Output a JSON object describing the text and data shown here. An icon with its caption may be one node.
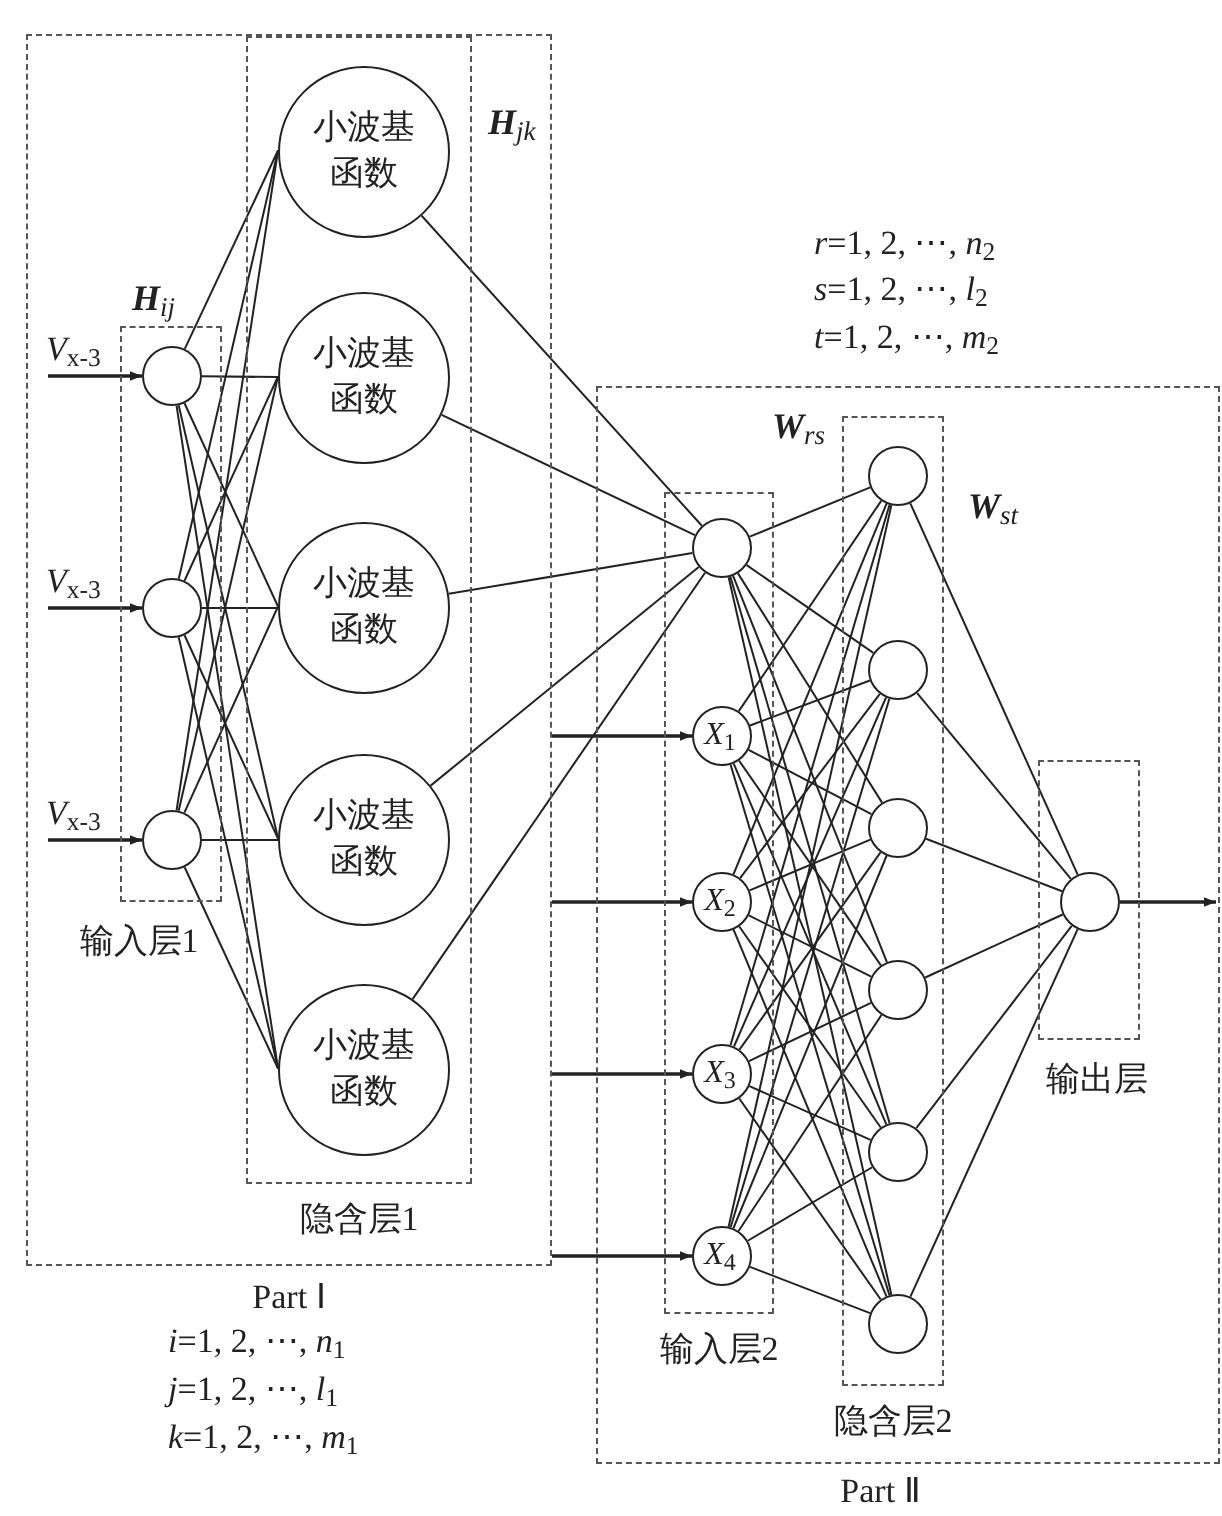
{
  "diagram": {
    "nodes": [
      {
        "text": [
          "Part Ⅰ"
        ]
      },
      {
        "text": [
          "输入层1"
        ],
        "in": 0
      },
      {
        "text": [],
        "shape": "circle",
        "in": 1
      },
      {
        "text": [],
        "shape": "circle",
        "in": 1
      },
      {
        "text": [],
        "shape": "circle",
        "in": 1
      },
      {
        "text": [
          "隐含层1"
        ],
        "in": 0
      },
      {
        "text": [
          "小波基函数"
        ],
        "in": 5
      },
      {
        "text": [
          "小波基函数"
        ],
        "in": 5
      },
      {
        "text": [
          "小波基函数"
        ],
        "in": 5
      },
      {
        "text": [
          "小波基函数"
        ],
        "in": 5
      },
      {
        "text": [
          "小波基函数"
        ],
        "in": 5
      },
      {
        "text": [
          "Part Ⅱ"
        ]
      },
      {
        "text": [
          "输入层2"
        ],
        "in": 11
      },
      {
        "text": [],
        "shape": "circle",
        "in": 12
      },
      {
        "text": [
          "*X*$_{1}$"
        ],
        "in": 12
      },
      {
        "text": [
          "*X*$_{2}$"
        ],
        "in": 12
      },
      {
        "text": [
          "*X*$_{3}$"
        ],
        "in": 12
      },
      {
        "text": [
          "*X*$_{4}$"
        ],
        "in": 12
      },
      {
        "text": [
          "隐含层2"
        ],
        "in": 11
      },
      {
        "text": [],
        "shape": "circle",
        "in": 18
      },
      {
        "text": [],
        "shape": "circle",
        "in": 18
      },
      {
        "text": [],
        "shape": "circle",
        "in": 18
      },
      {
        "text": [],
        "shape": "circle",
        "in": 18
      },
      {
        "text": [],
        "shape": "circle",
        "in": 18
      },
      {
        "text": [],
        "shape": "circle",
        "in": 18
      },
      {
        "text": [
          "输出层"
        ],
        "in": 11
      },
      {
        "text": [],
        "shape": "circle",
        "in": 25
      }
    ],
    "edges": [
      {
        "from": null,
        "to": 2,
        "arrow": "to",
        "label": "*V*$_{x-3}$"
      },
      {
        "from": null,
        "to": 3,
        "arrow": "to",
        "label": "*V*$_{x-3}$"
      },
      {
        "from": null,
        "to": 4,
        "arrow": "to",
        "label": "*V*$_{x-3}$"
      },
      {
        "from": 2,
        "to": 6,
        "arrow": "none"
      },
      {
        "from": 2,
        "to": 7,
        "arrow": "none"
      },
      {
        "from": 2,
        "to": 8,
        "arrow": "none"
      },
      {
        "from": 2,
        "to": 9,
        "arrow": "none"
      },
      {
        "from": 2,
        "to": 10,
        "arrow": "none"
      },
      {
        "from": 3,
        "to": 6,
        "arrow": "none"
      },
      {
        "from": 3,
        "to": 7,
        "arrow": "none"
      },
      {
        "from": 3,
        "to": 8,
        "arrow": "none"
      },
      {
        "from": 3,
        "to": 9,
        "arrow": "none"
      },
      {
        "from": 3,
        "to": 10,
        "arrow": "none"
      },
      {
        "from": 4,
        "to": 6,
        "arrow": "none"
      },
      {
        "from": 4,
        "to": 7,
        "arrow": "none"
      },
      {
        "from": 4,
        "to": 8,
        "arrow": "none"
      },
      {
        "from": 4,
        "to": 9,
        "arrow": "none"
      },
      {
        "from": 4,
        "to": 10,
        "arrow": "none"
      },
      {
        "from": 6,
        "to": 13,
        "arrow": "none"
      },
      {
        "from": 7,
        "to": 13,
        "arrow": "none"
      },
      {
        "from": 8,
        "to": 13,
        "arrow": "none"
      },
      {
        "from": 9,
        "to": 13,
        "arrow": "none"
      },
      {
        "from": 10,
        "to": 13,
        "arrow": "none"
      },
      {
        "from": 0,
        "to": 14,
        "arrow": "to"
      },
      {
        "from": 0,
        "to": 15,
        "arrow": "to"
      },
      {
        "from": 0,
        "to": 16,
        "arrow": "to"
      },
      {
        "from": 0,
        "to": 17,
        "arrow": "to"
      },
      {
        "from": 13,
        "to": 19,
        "arrow": "none"
      },
      {
        "from": 13,
        "to": 20,
        "arrow": "none"
      },
      {
        "from": 13,
        "to": 21,
        "arrow": "none"
      },
      {
        "from": 13,
        "to": 22,
        "arrow": "none"
      },
      {
        "from": 13,
        "to": 23,
        "arrow": "none"
      },
      {
        "from": 13,
        "to": 24,
        "arrow": "none"
      },
      {
        "from": 14,
        "to": 19,
        "arrow": "none"
      },
      {
        "from": 14,
        "to": 20,
        "arrow": "none"
      },
      {
        "from": 14,
        "to": 21,
        "arrow": "none"
      },
      {
        "from": 14,
        "to": 22,
        "arrow": "none"
      },
      {
        "from": 14,
        "to": 23,
        "arrow": "none"
      },
      {
        "from": 14,
        "to": 24,
        "arrow": "none"
      },
      {
        "from": 15,
        "to": 19,
        "arrow": "none"
      },
      {
        "from": 15,
        "to": 20,
        "arrow": "none"
      },
      {
        "from": 15,
        "to": 21,
        "arrow": "none"
      },
      {
        "from": 15,
        "to": 22,
        "arrow": "none"
      },
      {
        "from": 15,
        "to": 23,
        "arrow": "none"
      },
      {
        "from": 15,
        "to": 24,
        "arrow": "none"
      },
      {
        "from": 16,
        "to": 19,
        "arrow": "none"
      },
      {
        "from": 16,
        "to": 20,
        "arrow": "none"
      },
      {
        "from": 16,
        "to": 21,
        "arrow": "none"
      },
      {
        "from": 16,
        "to": 22,
        "arrow": "none"
      },
      {
        "from": 16,
        "to": 23,
        "arrow": "none"
      },
      {
        "from": 16,
        "to": 24,
        "arrow": "none"
      },
      {
        "from": 17,
        "to": 19,
        "arrow": "none"
      },
      {
        "from": 17,
        "to": 20,
        "arrow": "none"
      },
      {
        "from": 17,
        "to": 21,
        "arrow": "none"
      },
      {
        "from": 17,
        "to": 22,
        "arrow": "none"
      },
      {
        "from": 17,
        "to": 23,
        "arrow": "none"
      },
      {
        "from": 17,
        "to": 24,
        "arrow": "none"
      },
      {
        "from": 19,
        "to": 26,
        "arrow": "none"
      },
      {
        "from": 20,
        "to": 26,
        "arrow": "none"
      },
      {
        "from": 21,
        "to": 26,
        "arrow": "none"
      },
      {
        "from": 22,
        "to": 26,
        "arrow": "none"
      },
      {
        "from": 23,
        "to": 26,
        "arrow": "none"
      },
      {
        "from": 24,
        "to": 26,
        "arrow": "none"
      },
      {
        "from": 26,
        "to": null,
        "arrow": "to"
      }
    ],
    "labels": [
      "**H**$_{jk}$",
      "*r*=1, 2, ⋯, *n*$_{2}$",
      "*s*=1, 2, ⋯, *l*$_{2}$",
      "*t*=1, 2, ⋯, *m*$_{2}$",
      "**H**$_{ij}$",
      "**W**$_{rs}$",
      "**W**$_{st}$",
      "*i*=1, 2, ⋯, *n*$_{1}$",
      "*j*=1, 2, ⋯, *l*$_{1}$",
      "*k*=1, 2, ⋯, *m*$_{1}$"
    ]
  }
}
